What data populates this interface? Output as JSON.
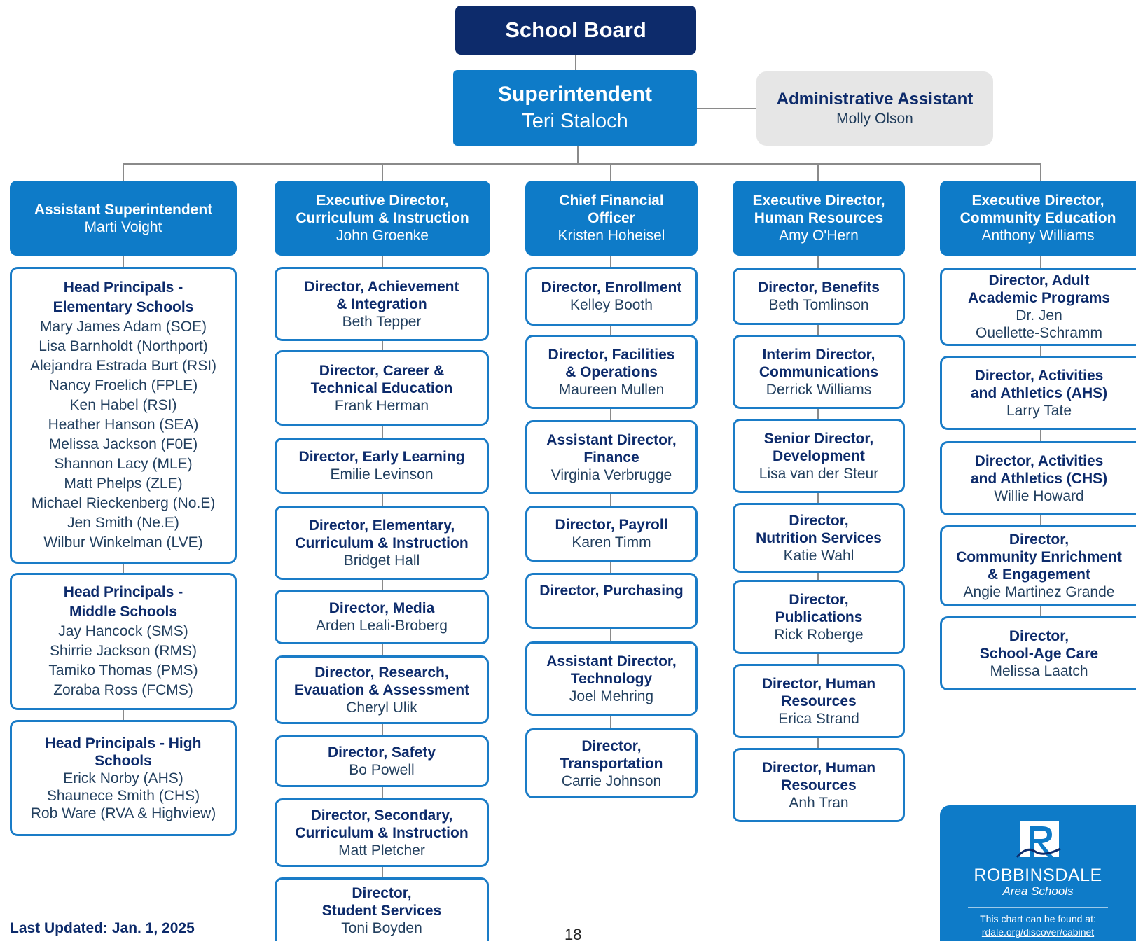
{
  "school_board": "School Board",
  "superintendent": {
    "title": "Superintendent",
    "name": "Teri Staloch"
  },
  "admin_assistant": {
    "title": "Administrative Assistant",
    "name": "Molly Olson"
  },
  "columns": [
    {
      "head": {
        "title": "Assistant Superintendent",
        "name": "Marti Voight"
      },
      "cards": [
        {
          "title": "Head Principals -\nElementary Schools",
          "names": [
            "Mary James Adam (SOE)",
            "Lisa Barnholdt (Northport)",
            "Alejandra Estrada Burt (RSI)",
            "Nancy Froelich (FPLE)",
            "Ken Habel (RSI)",
            "Heather Hanson (SEA)",
            "Melissa Jackson (F0E)",
            "Shannon Lacy (MLE)",
            "Matt Phelps (ZLE)",
            "Michael Rieckenberg (No.E)",
            "Jen Smith (Ne.E)",
            "Wilbur Winkelman (LVE)"
          ]
        },
        {
          "title": "Head Principals -\nMiddle Schools",
          "names": [
            "Jay Hancock (SMS)",
            "Shirrie Jackson (RMS)",
            "Tamiko Thomas (PMS)",
            "Zoraba Ross (FCMS)"
          ]
        },
        {
          "title": "Head Principals - High\nSchools",
          "names": [
            "Erick Norby (AHS)",
            "Shaunece Smith (CHS)",
            "Rob Ware (RVA & Highview)"
          ]
        }
      ]
    },
    {
      "head": {
        "title": "Executive Director,\nCurriculum & Instruction",
        "name": "John Groenke"
      },
      "cards": [
        {
          "title": "Director, Achievement\n& Integration",
          "name": "Beth Tepper"
        },
        {
          "title": "Director, Career &\nTechnical Education",
          "name": "Frank Herman"
        },
        {
          "title": "Director, Early Learning",
          "name": "Emilie Levinson"
        },
        {
          "title": "Director, Elementary,\nCurriculum & Instruction",
          "name": "Bridget Hall"
        },
        {
          "title": "Director, Media",
          "name": "Arden Leali-Broberg"
        },
        {
          "title": "Director, Research,\nEvauation & Assessment",
          "name": "Cheryl Ulik"
        },
        {
          "title": "Director, Safety",
          "name": "Bo Powell"
        },
        {
          "title": "Director, Secondary,\nCurriculum & Instruction",
          "name": "Matt Pletcher"
        },
        {
          "title": "Director,\nStudent Services",
          "name": "Toni Boyden"
        }
      ]
    },
    {
      "head": {
        "title": "Chief Financial\nOfficer",
        "name": "Kristen Hoheisel"
      },
      "cards": [
        {
          "title": "Director, Enrollment",
          "name": "Kelley Booth"
        },
        {
          "title": "Director, Facilities\n& Operations",
          "name": "Maureen Mullen"
        },
        {
          "title": "Assistant Director,\nFinance",
          "name": "Virginia Verbrugge"
        },
        {
          "title": "Director, Payroll",
          "name": "Karen Timm"
        },
        {
          "title": "Director, Purchasing",
          "name": ""
        },
        {
          "title": "Assistant Director,\nTechnology",
          "name": "Joel Mehring"
        },
        {
          "title": "Director,\nTransportation",
          "name": "Carrie Johnson"
        }
      ]
    },
    {
      "head": {
        "title": "Executive Director,\nHuman Resources",
        "name": "Amy O'Hern"
      },
      "cards": [
        {
          "title": "Director, Benefits",
          "name": "Beth Tomlinson"
        },
        {
          "title": "Interim Director,\nCommunications",
          "name": "Derrick Williams"
        },
        {
          "title": "Senior Director,\nDevelopment",
          "name": "Lisa van der Steur"
        },
        {
          "title": "Director,\nNutrition Services",
          "name": "Katie Wahl"
        },
        {
          "title": "Director,\nPublications",
          "name": "Rick Roberge"
        },
        {
          "title": "Director, Human\nResources",
          "name": "Erica Strand"
        },
        {
          "title": "Director, Human\nResources",
          "name": "Anh Tran"
        }
      ]
    },
    {
      "head": {
        "title": "Executive Director,\nCommunity Education",
        "name": "Anthony Williams"
      },
      "cards": [
        {
          "title": "Director, Adult\nAcademic Programs",
          "name": "Dr. Jen\nOuellette-Schramm"
        },
        {
          "title": "Director, Activities\nand Athletics (AHS)",
          "name": "Larry Tate"
        },
        {
          "title": "Director, Activities\nand Athletics (CHS)",
          "name": "Willie Howard"
        },
        {
          "title": "Director,\nCommunity Enrichment\n& Engagement",
          "name": "Angie Martinez Grande"
        },
        {
          "title": "Director,\nSchool-Age Care",
          "name": "Melissa Laatch"
        }
      ]
    }
  ],
  "logo": {
    "name": "ROBBINSDALE",
    "sub": "Area Schools",
    "note": "This chart can be found at:",
    "url": "rdale.org/discover/cabinet"
  },
  "footer": "Last Updated: Jan. 1, 2025",
  "page_number": "18",
  "colors": {
    "navy": "#0d2b6b",
    "blue": "#0e7bc8",
    "card_border": "#1a7cc7",
    "admin_gray": "#e6e6e6"
  }
}
